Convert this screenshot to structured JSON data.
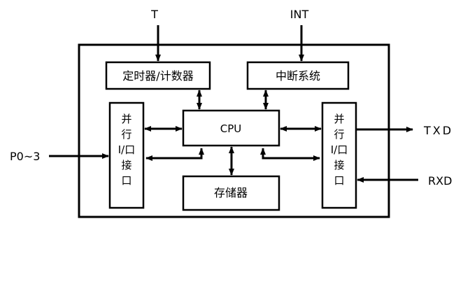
{
  "inputs": {
    "timer_input": "T",
    "interrupt_input": "INT",
    "parallel_port_input": "P0~3"
  },
  "outputs": {
    "transmit": "TXD",
    "receive": "RXD"
  },
  "blocks": {
    "timer_counter": "定时器/计数器",
    "interrupt_system": "中断系统",
    "cpu": "CPU",
    "memory": "存储器",
    "left_io": [
      "并",
      "行",
      "I/口",
      "接",
      "口"
    ],
    "right_io": [
      "并",
      "行",
      "I/口",
      "接",
      "口"
    ]
  },
  "colors": {
    "line": "#000000",
    "background": "#ffffff"
  }
}
